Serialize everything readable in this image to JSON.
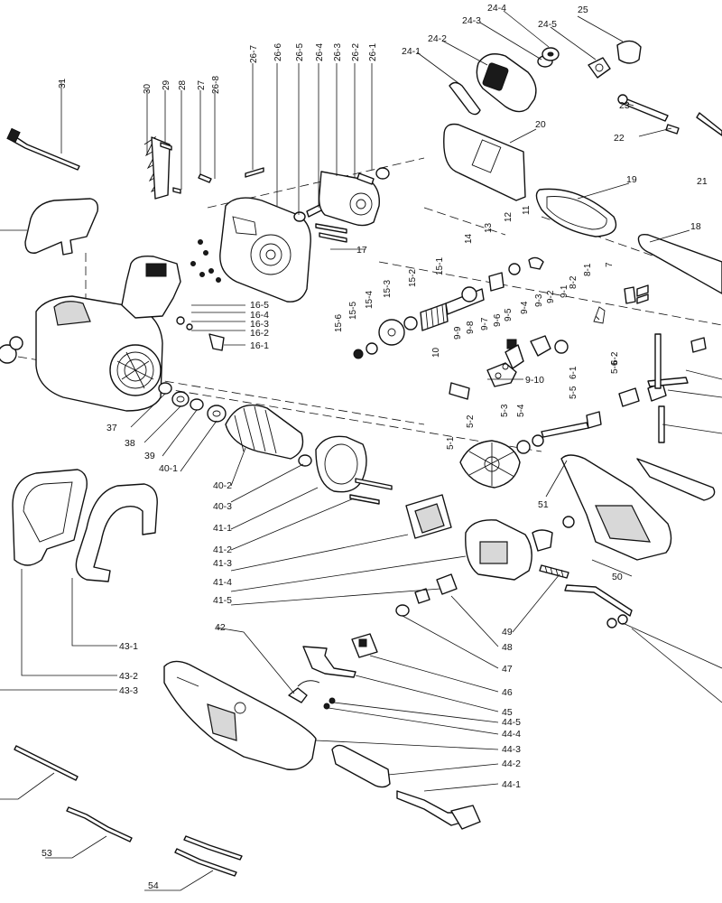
{
  "labels": {
    "l_25": "25",
    "l_24_4": "24-4",
    "l_24_3": "24-3",
    "l_24_5": "24-5",
    "l_24_2": "24-2",
    "l_24_1": "24-1",
    "l_23": "23",
    "l_22": "22",
    "l_21": "21",
    "l_20": "20",
    "l_19": "19",
    "l_18": "18",
    "l_31": "31",
    "l_30": "30",
    "l_29": "29",
    "l_28": "28",
    "l_27": "27",
    "l_26_8": "26-8",
    "l_26_7": "26-7",
    "l_26_6": "26-6",
    "l_26_5": "26-5",
    "l_26_4": "26-4",
    "l_26_3": "26-3",
    "l_26_2": "26-2",
    "l_26_1": "26-1",
    "l_17": "17",
    "l_16_5": "16-5",
    "l_16_4": "16-4",
    "l_16_3": "16-3",
    "l_16_2": "16-2",
    "l_16_1": "16-1",
    "l_15_1": "15-1",
    "l_15_2": "15-2",
    "l_15_3": "15-3",
    "l_15_4": "15-4",
    "l_15_5": "15-5",
    "l_15_6": "15-6",
    "l_14": "14",
    "l_13": "13",
    "l_12": "12",
    "l_11": "11",
    "l_10": "10",
    "l_9_1": "9-1",
    "l_9_2": "9-2",
    "l_9_3": "9-3",
    "l_9_4": "9-4",
    "l_9_5": "9-5",
    "l_9_6": "9-6",
    "l_9_7": "9-7",
    "l_9_8": "9-8",
    "l_9_9": "9-9",
    "l_9_10": "9-10",
    "l_8_1": "8-1",
    "l_8_2": "8-2",
    "l_7": "7",
    "l_6_1": "6-1",
    "l_6_2": "6-2",
    "l_5_1": "5-1",
    "l_5_2": "5-2",
    "l_5_3": "5-3",
    "l_5_4": "5-4",
    "l_5_5": "5-5",
    "l_5_6": "5-6",
    "l_37": "37",
    "l_38": "38",
    "l_39": "39",
    "l_40_1": "40-1",
    "l_40_2": "40-2",
    "l_40_3": "40-3",
    "l_41_1": "41-1",
    "l_41_2": "41-2",
    "l_41_3": "41-3",
    "l_41_4": "41-4",
    "l_41_5": "41-5",
    "l_51": "51",
    "l_50": "50",
    "l_49": "49",
    "l_48": "48",
    "l_47": "47",
    "l_46": "46",
    "l_45": "45",
    "l_44_5": "44-5",
    "l_44_4": "44-4",
    "l_44_3": "44-3",
    "l_44_2": "44-2",
    "l_44_1": "44-1",
    "l_43_1": "43-1",
    "l_43_2": "43-2",
    "l_43_3": "43-3",
    "l_42": "42",
    "l_53": "53",
    "l_54": "54"
  }
}
